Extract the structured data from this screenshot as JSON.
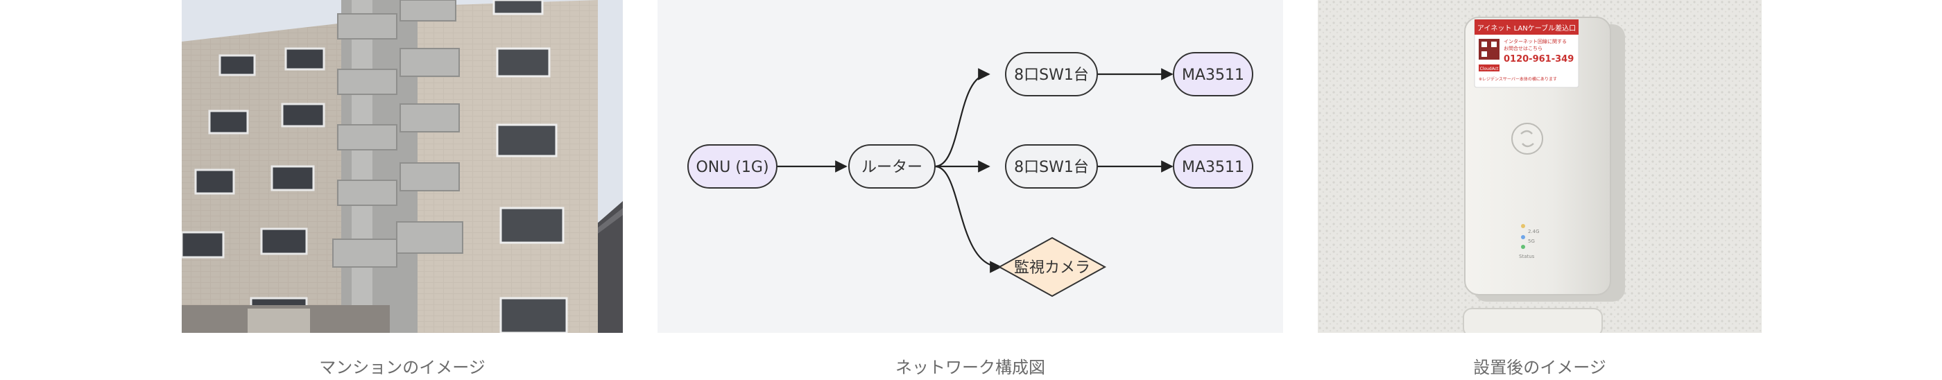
{
  "captions": {
    "building": "マンションのイメージ",
    "network": "ネットワーク構成図",
    "installed": "設置後のイメージ"
  },
  "diagram": {
    "nodes": {
      "onu": "ONU (1G)",
      "router": "ルーター",
      "switch_top": "8口SW1台",
      "switch_mid": "8口SW1台",
      "ma_top": "MA3511",
      "ma_mid": "MA3511",
      "camera": "監視カメラ"
    }
  },
  "device_label": {
    "title": "アイネット LANケーブル差込口",
    "line1": "インターネット回線に関する",
    "line2": "お問合せはこちら",
    "phone": "0120-961-349",
    "brand": "CloudAct",
    "footnote": "※レジデンスサーバー本体の横にあります",
    "led_1": "2.4G",
    "led_2": "5G",
    "led_3": "Status"
  },
  "colors": {
    "purple_node": "#ece6fa",
    "gray_node": "#f1f2f4",
    "camera_node": "#fde9d2",
    "label_red": "#c9312f"
  }
}
